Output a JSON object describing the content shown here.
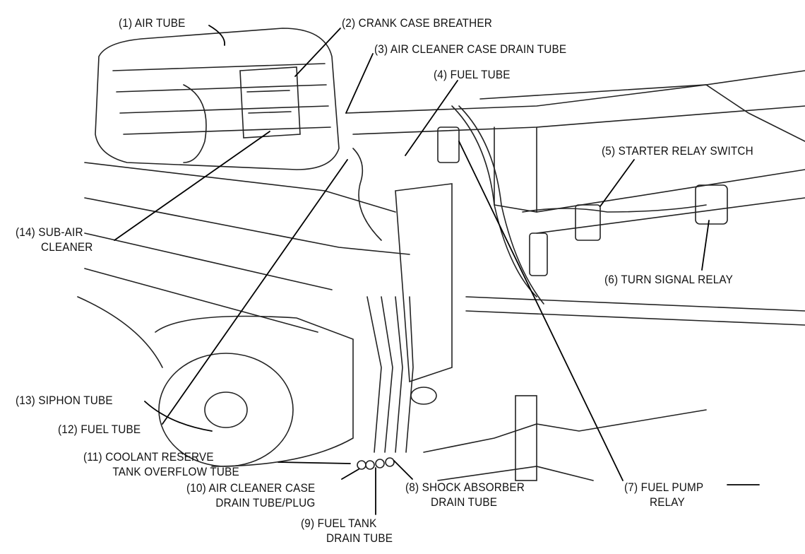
{
  "diagram": {
    "labels": {
      "l1": {
        "line1": "(1) AIR TUBE"
      },
      "l2": {
        "line1": "(2) CRANK CASE BREATHER"
      },
      "l3": {
        "line1": "(3) AIR CLEANER CASE DRAIN TUBE"
      },
      "l4": {
        "line1": "(4) FUEL TUBE"
      },
      "l5": {
        "line1": "(5) STARTER RELAY SWITCH"
      },
      "l6": {
        "line1": "(6) TURN SIGNAL RELAY"
      },
      "l7": {
        "line1": "(7) FUEL PUMP",
        "line2": "RELAY"
      },
      "l8": {
        "line1": "(8) SHOCK ABSORBER",
        "line2": "DRAIN TUBE"
      },
      "l9": {
        "line1": "(9) FUEL TANK",
        "line2": "DRAIN TUBE"
      },
      "l10": {
        "line1": "(10) AIR CLEANER CASE",
        "line2": "DRAIN TUBE/PLUG"
      },
      "l11": {
        "line1": "(11) COOLANT RESERVE",
        "line2": "TANK OVERFLOW TUBE"
      },
      "l12": {
        "line1": "(12) FUEL TUBE"
      },
      "l13": {
        "line1": "(13) SIPHON TUBE"
      },
      "l14": {
        "line1": "(14) SUB-AIR",
        "line2": "CLEANER"
      }
    }
  }
}
